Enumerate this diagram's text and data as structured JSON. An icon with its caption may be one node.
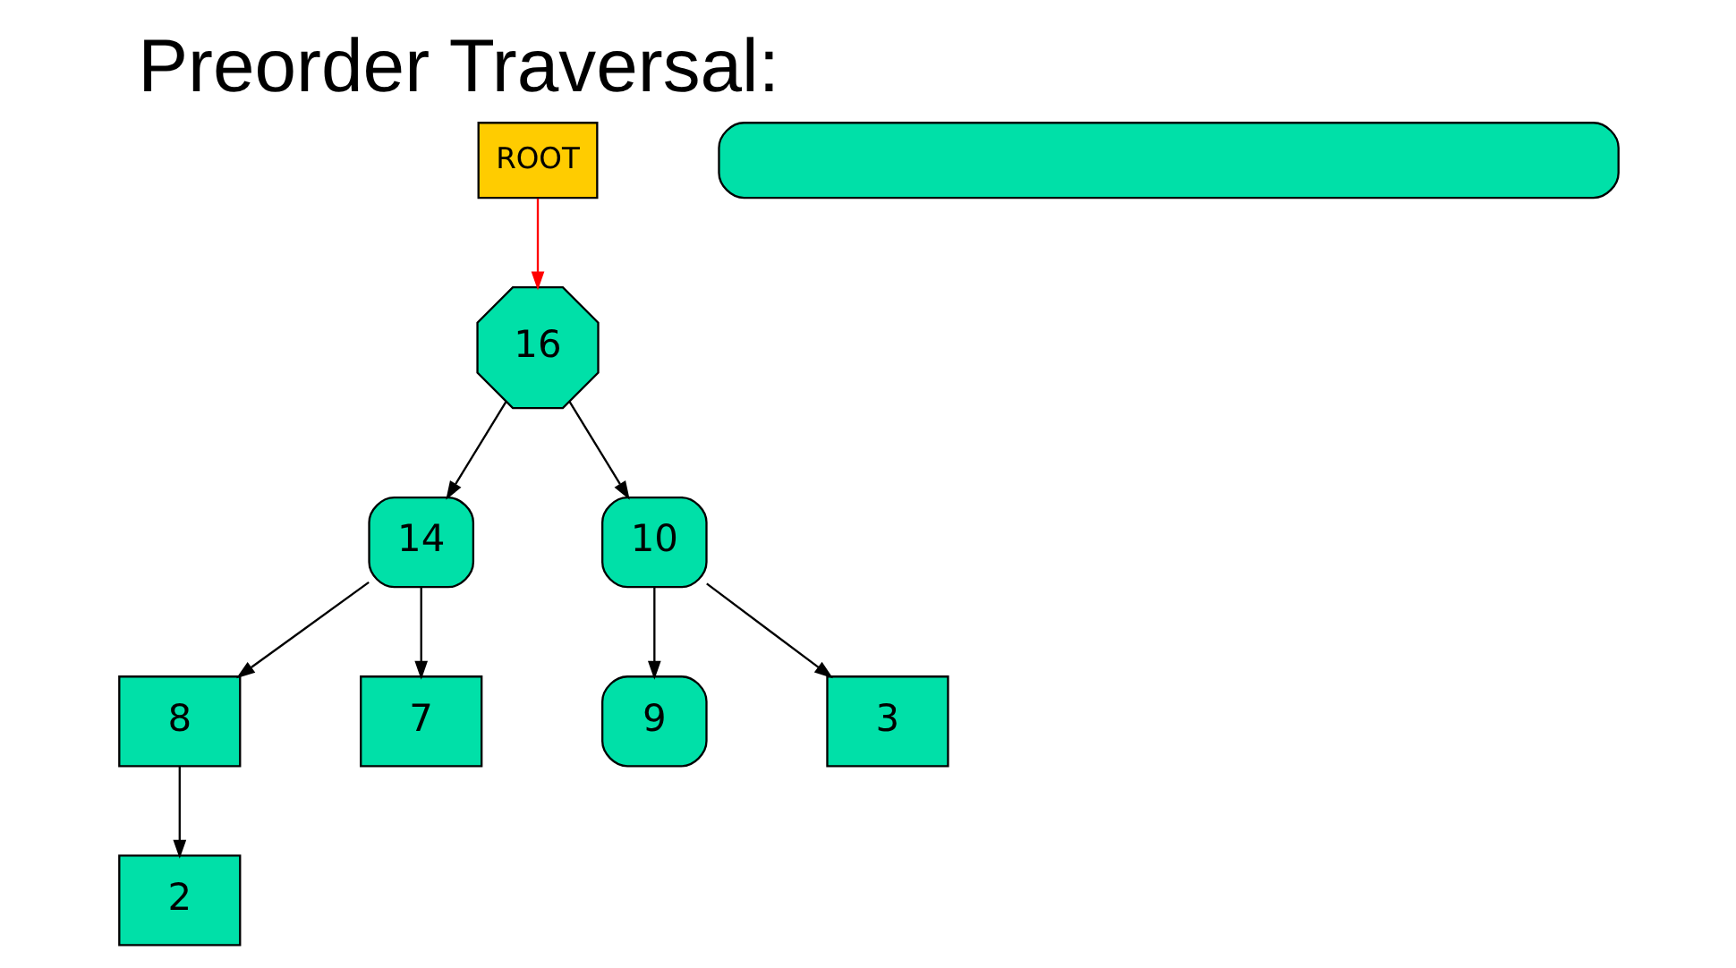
{
  "diagram": {
    "title": "Preorder Traversal:",
    "nodes": [
      {
        "text": [
          "ROOT"
        ]
      },
      {
        "text": [
          "16"
        ]
      },
      {
        "text": [
          "14"
        ]
      },
      {
        "text": [
          "10"
        ]
      },
      {
        "text": [
          "8"
        ]
      },
      {
        "text": [
          "7"
        ]
      },
      {
        "text": [
          "9"
        ]
      },
      {
        "text": [
          "3"
        ]
      },
      {
        "text": [
          "2"
        ]
      },
      {
        "text": [],
        "shape": "bar"
      }
    ],
    "edges": [
      {
        "from": 0,
        "to": 1,
        "arrow": "to",
        "color": "#ff0000"
      },
      {
        "from": 1,
        "to": 2,
        "arrow": "to"
      },
      {
        "from": 1,
        "to": 3,
        "arrow": "to"
      },
      {
        "from": 2,
        "to": 4,
        "arrow": "to"
      },
      {
        "from": 2,
        "to": 5,
        "arrow": "to"
      },
      {
        "from": 3,
        "to": 6,
        "arrow": "to"
      },
      {
        "from": 3,
        "to": 7,
        "arrow": "to"
      },
      {
        "from": 4,
        "to": 8,
        "arrow": "to"
      }
    ]
  }
}
